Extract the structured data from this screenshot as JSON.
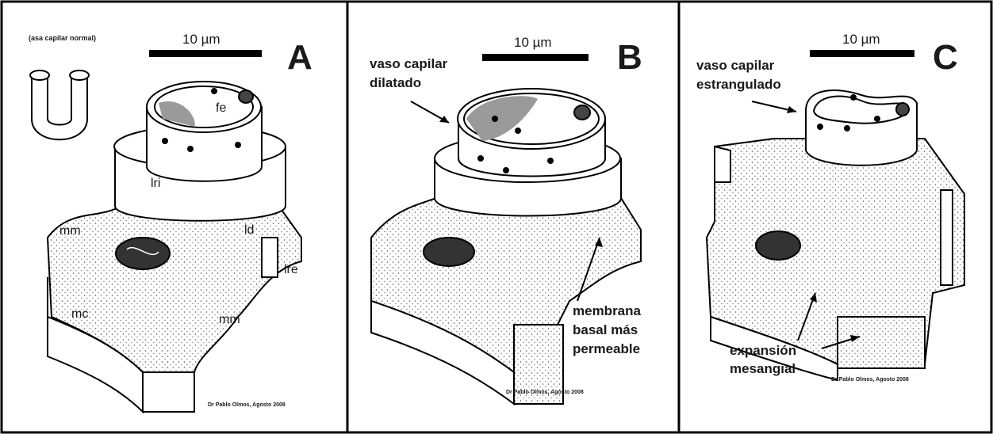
{
  "scale_bar": {
    "label": "10 µm"
  },
  "panels": [
    {
      "letter": "A",
      "note": "(asa capilar normal)",
      "labels": {
        "fe": "fe",
        "lri": "lri",
        "ld": "ld",
        "lre": "lre",
        "mm_top": "mm",
        "mm_bottom": "mm",
        "mc": "mc"
      },
      "credit": "Dr Pablo Olmos, Agosto 2008"
    },
    {
      "letter": "B",
      "title_lines": [
        "vaso capilar",
        "dilatado"
      ],
      "membrane_lines": [
        "membrana",
        "basal más",
        "permeable"
      ],
      "credit": "Dr Pablo Olmos, Agosto 2008"
    },
    {
      "letter": "C",
      "title_lines": [
        "vaso capilar",
        "estrangulado"
      ],
      "expansion_lines": [
        "expansión",
        "mesangial"
      ],
      "credit": "Dr Pablo Olmos, Agosto 2008"
    }
  ],
  "colors": {
    "border": "#000000",
    "ink": "#1a1a1a",
    "lumen_gray": "#9a9a9a",
    "stipple": "#c8c8c8"
  }
}
